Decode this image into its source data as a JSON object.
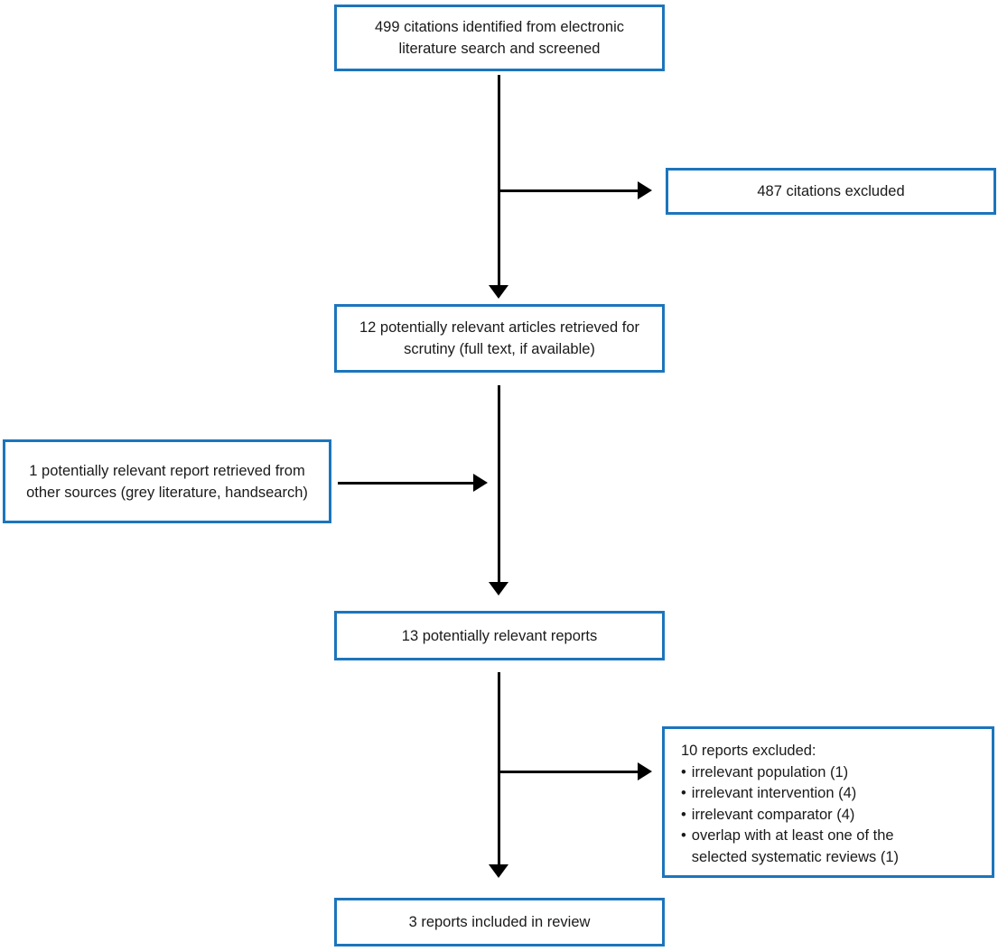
{
  "colors": {
    "box_border": "#1c75bc",
    "arrow": "#000000",
    "text": "#1a1a1a",
    "background": "#ffffff"
  },
  "flowchart": {
    "nodes": {
      "screened": "499 citations identified from electronic literature search and screened",
      "citations_excluded": "487 citations excluded",
      "articles_retrieved": "12 potentially relevant articles retrieved for scrutiny (full text, if available)",
      "other_sources": "1 potentially relevant report retrieved from other sources (grey literature, handsearch)",
      "potentially_relevant": "13 potentially relevant reports",
      "included": "3 reports included in review"
    },
    "reports_excluded": {
      "heading": "10 reports excluded:",
      "bullet": "•",
      "items": [
        "irrelevant population (1)",
        "irrelevant intervention (4)",
        "irrelevant comparator (4)",
        "overlap with at least one of the selected systematic reviews (1)"
      ]
    }
  }
}
